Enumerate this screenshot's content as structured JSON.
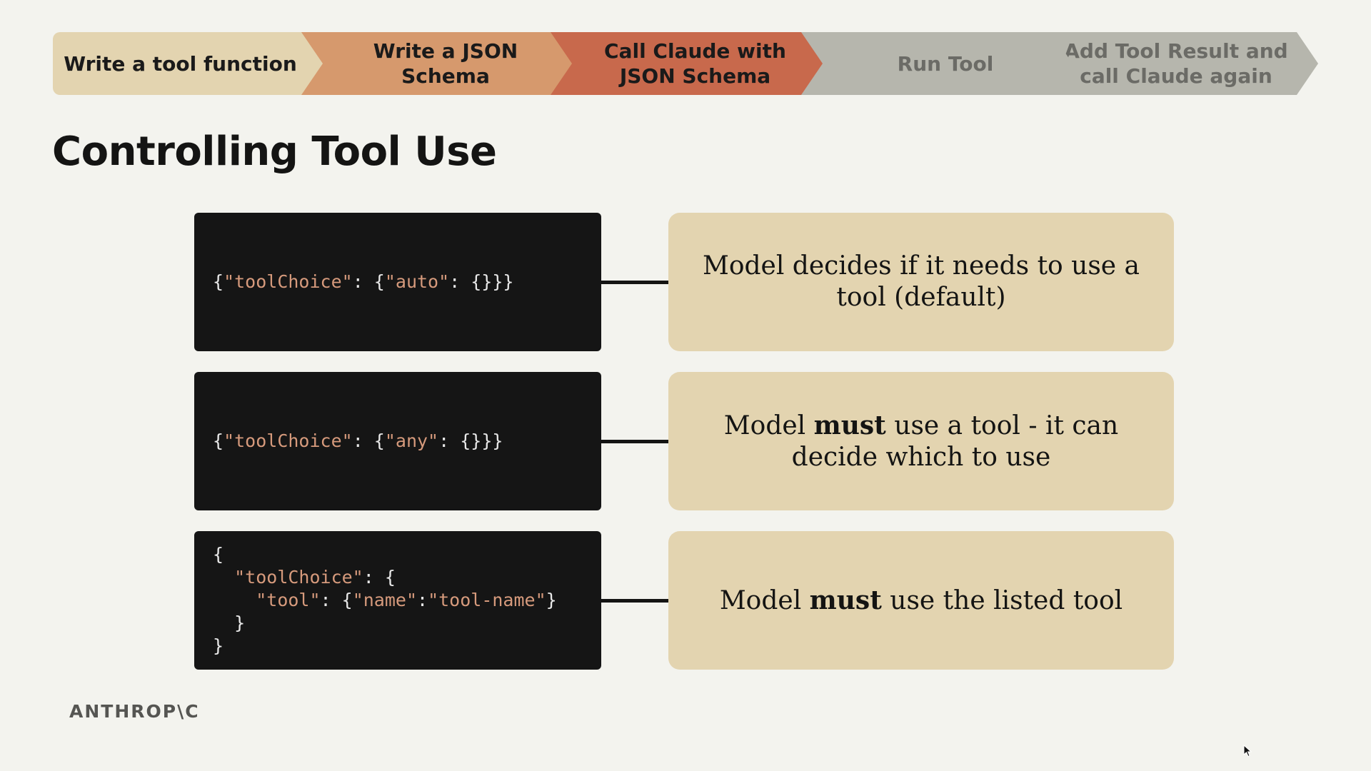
{
  "steps": [
    {
      "label": "Write a tool function",
      "state": "active"
    },
    {
      "label": "Write a JSON\nSchema",
      "state": "active"
    },
    {
      "label": "Call Claude with\nJSON Schema",
      "state": "active"
    },
    {
      "label": "Run Tool",
      "state": "inactive"
    },
    {
      "label": "Add Tool Result and\ncall Claude again",
      "state": "inactive"
    }
  ],
  "title": "Controlling Tool Use",
  "rows": [
    {
      "code": [
        [
          {
            "t": "{",
            "c": "p"
          },
          {
            "t": "\"toolChoice\"",
            "c": "s"
          },
          {
            "t": ": {",
            "c": "p"
          },
          {
            "t": "\"auto\"",
            "c": "s"
          },
          {
            "t": ": {}}}",
            "c": "p"
          }
        ]
      ],
      "desc": [
        {
          "t": "Model decides if it needs to use a tool (default)",
          "b": false
        }
      ]
    },
    {
      "code": [
        [
          {
            "t": "{",
            "c": "p"
          },
          {
            "t": "\"toolChoice\"",
            "c": "s"
          },
          {
            "t": ": {",
            "c": "p"
          },
          {
            "t": "\"any\"",
            "c": "s"
          },
          {
            "t": ": {}}}",
            "c": "p"
          }
        ]
      ],
      "desc": [
        {
          "t": "Model ",
          "b": false
        },
        {
          "t": "must",
          "b": true
        },
        {
          "t": " use a tool - it can decide which to use",
          "b": false
        }
      ]
    },
    {
      "code": [
        [
          {
            "t": "{",
            "c": "p"
          }
        ],
        [
          {
            "t": "  ",
            "c": "p"
          },
          {
            "t": "\"toolChoice\"",
            "c": "s"
          },
          {
            "t": ": {",
            "c": "p"
          }
        ],
        [
          {
            "t": "    ",
            "c": "p"
          },
          {
            "t": "\"tool\"",
            "c": "s"
          },
          {
            "t": ": {",
            "c": "p"
          },
          {
            "t": "\"name\"",
            "c": "s"
          },
          {
            "t": ":",
            "c": "p"
          },
          {
            "t": "\"tool-name\"",
            "c": "s"
          },
          {
            "t": "}",
            "c": "p"
          }
        ],
        [
          {
            "t": "  }",
            "c": "p"
          }
        ],
        [
          {
            "t": "}",
            "c": "p"
          }
        ]
      ],
      "desc": [
        {
          "t": "Model ",
          "b": false
        },
        {
          "t": "must",
          "b": true
        },
        {
          "t": " use the listed tool",
          "b": false
        }
      ]
    }
  ],
  "logo": "ANTHROP\\C",
  "colors": {
    "background": "#f3f3ee",
    "step_1": "#e3d4b0",
    "step_2": "#d6996d",
    "step_3": "#c8694c",
    "step_inactive": "#b6b6ad",
    "code_bg": "#151515",
    "code_string": "#d69a7c",
    "desc_bg": "#e3d4b0"
  }
}
